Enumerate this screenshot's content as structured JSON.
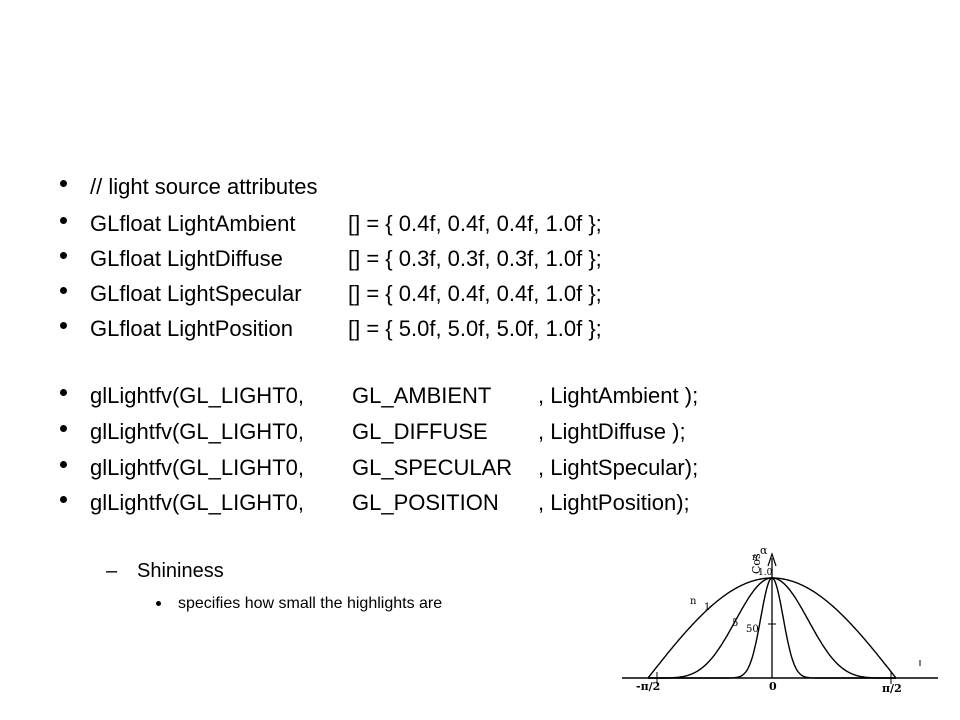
{
  "slide": {
    "bullets": [
      {
        "text": "// light source attributes"
      },
      {
        "cols": [
          "GLfloat LightAmbient",
          "[] = { 0.4f, 0.4f, 0.4f, 1.0f };"
        ]
      },
      {
        "cols": [
          "GLfloat LightDiffuse",
          "[] = { 0.3f, 0.3f, 0.3f, 1.0f };"
        ]
      },
      {
        "cols": [
          "GLfloat LightSpecular",
          "[] = { 0.4f, 0.4f, 0.4f, 1.0f };"
        ]
      },
      {
        "cols": [
          "GLfloat LightPosition",
          "[] = { 5.0f, 5.0f, 5.0f, 1.0f };"
        ]
      }
    ],
    "calls": [
      {
        "cols": [
          "glLightfv(GL_LIGHT0,",
          "GL_AMBIENT",
          ", LightAmbient );"
        ]
      },
      {
        "cols": [
          "glLightfv(GL_LIGHT0,",
          "GL_DIFFUSE",
          ", LightDiffuse );"
        ]
      },
      {
        "cols": [
          "glLightfv(GL_LIGHT0,",
          "GL_SPECULAR",
          ", LightSpecular);"
        ]
      },
      {
        "cols": [
          "glLightfv(GL_LIGHT0,",
          "GL_POSITION",
          ", LightPosition);"
        ]
      }
    ],
    "sub_bullet": {
      "dash": "–",
      "text": "Shininess"
    },
    "sub_sub_bullet": {
      "text": "specifies how small the highlights are"
    }
  },
  "figure": {
    "y_axis_label": "Cos",
    "y_exponent": "n",
    "y_symbol": "α",
    "peak_label": "1.0",
    "n_label": "n",
    "curve_labels": [
      "1",
      "5",
      "50"
    ],
    "x_labels": [
      "-π/2",
      "0",
      "π/2"
    ]
  }
}
